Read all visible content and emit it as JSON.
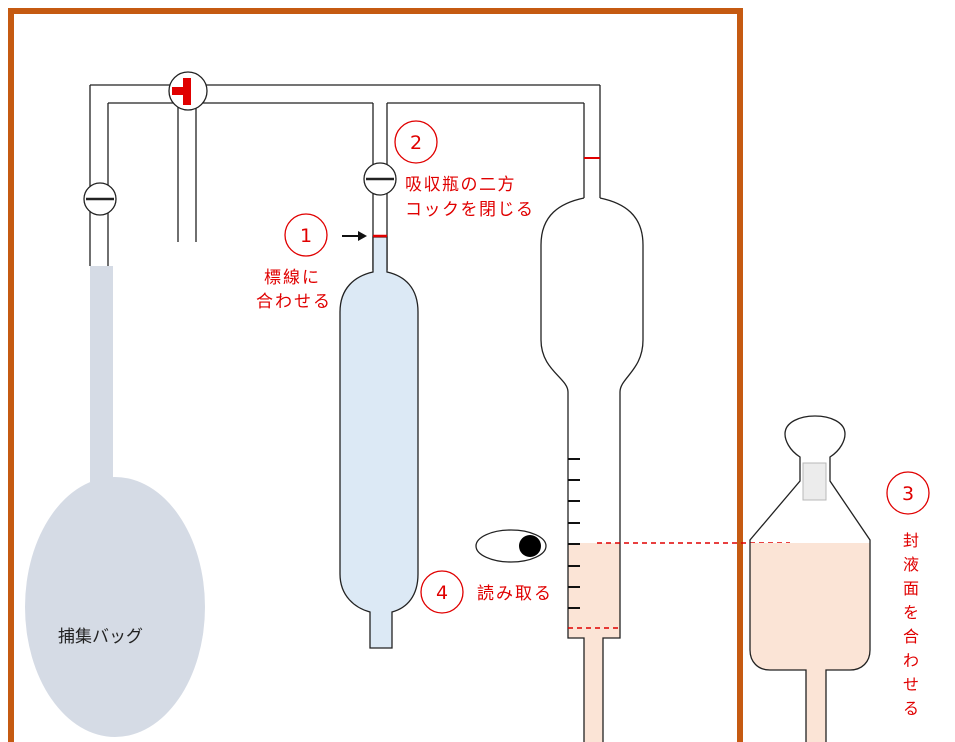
{
  "colors": {
    "frame": "#c55a11",
    "red": "#e00000",
    "bag": "#d5dbe5",
    "absorber_fill": "#dce9f5",
    "liquid": "#fbe4d6",
    "outline": "#222222"
  },
  "labels": {
    "bag": "捕集バッグ",
    "step1_num": "1",
    "step1_line1": "標線に",
    "step1_line2": "合わせる",
    "step2_num": "2",
    "step2_line1": "吸収瓶の二方",
    "step2_line2": "コックを閉じる",
    "step3_num": "3",
    "step3_chars": [
      "封",
      "液",
      "面",
      "を",
      "合",
      "わ",
      "せ",
      "る"
    ],
    "step4_num": "4",
    "step4_text": "読み取る"
  }
}
